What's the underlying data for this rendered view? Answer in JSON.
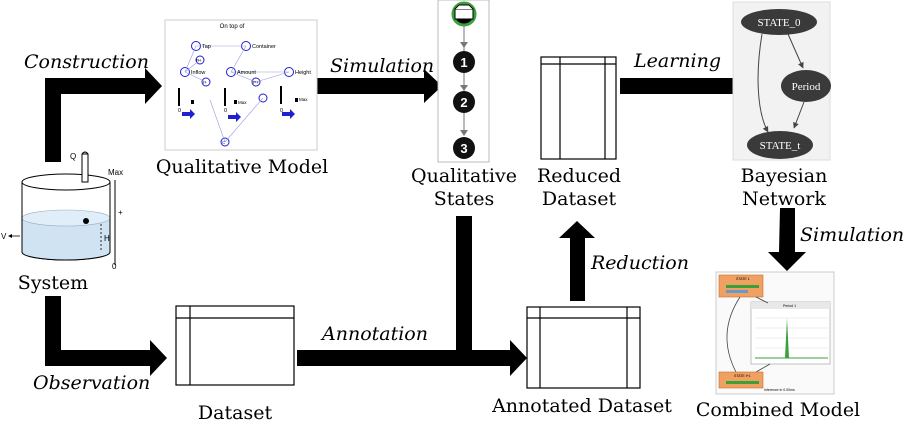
{
  "edges": {
    "construction": "Construction",
    "simulation_top": "Simulation",
    "learning": "Learning",
    "simulation_right": "Simulation",
    "reduction": "Reduction",
    "annotation": "Annotation",
    "observation": "Observation"
  },
  "nodes": {
    "qualitative_model": "Qualitative Model",
    "qualitative_states": [
      "Qualitative",
      "States"
    ],
    "reduced_dataset": [
      "Reduced",
      "Dataset"
    ],
    "bayesian_network": [
      "Bayesian",
      "Network"
    ],
    "system": "System",
    "dataset": "Dataset",
    "annotated_dataset": "Annotated Dataset",
    "combined_model": "Combined Model"
  },
  "qm_thumb": {
    "title": "On top of",
    "entities": [
      "Tap",
      "Container"
    ],
    "quantities": [
      "Inflow",
      "Amount",
      "Height"
    ],
    "rel": [
      "P+",
      "I+",
      "P+"
    ],
    "zeros": [
      "0",
      "0",
      "0"
    ],
    "max": [
      "Max",
      "Max"
    ],
    "c": "C"
  },
  "states": [
    "1",
    "2",
    "3"
  ],
  "bn": {
    "n0": "STATE_0",
    "n1": "Period",
    "n2": "STATE_t"
  },
  "tank": {
    "q": "Q",
    "max": "Max",
    "plus": "+",
    "h": "H",
    "v": "V",
    "zero": "0"
  },
  "combined": {
    "state_top": "STATE 1",
    "panel": "Period 1",
    "state_bot": "STATE t+1",
    "footer": "Inference in  0.00ms"
  },
  "colors": {
    "arrow": "#000000",
    "qm_blue": "#2020d0",
    "water": "#cfe3f2",
    "bn_node": "#3a3a3a",
    "state_green": "#3aa03a",
    "combined_orange": "#f0a060"
  }
}
